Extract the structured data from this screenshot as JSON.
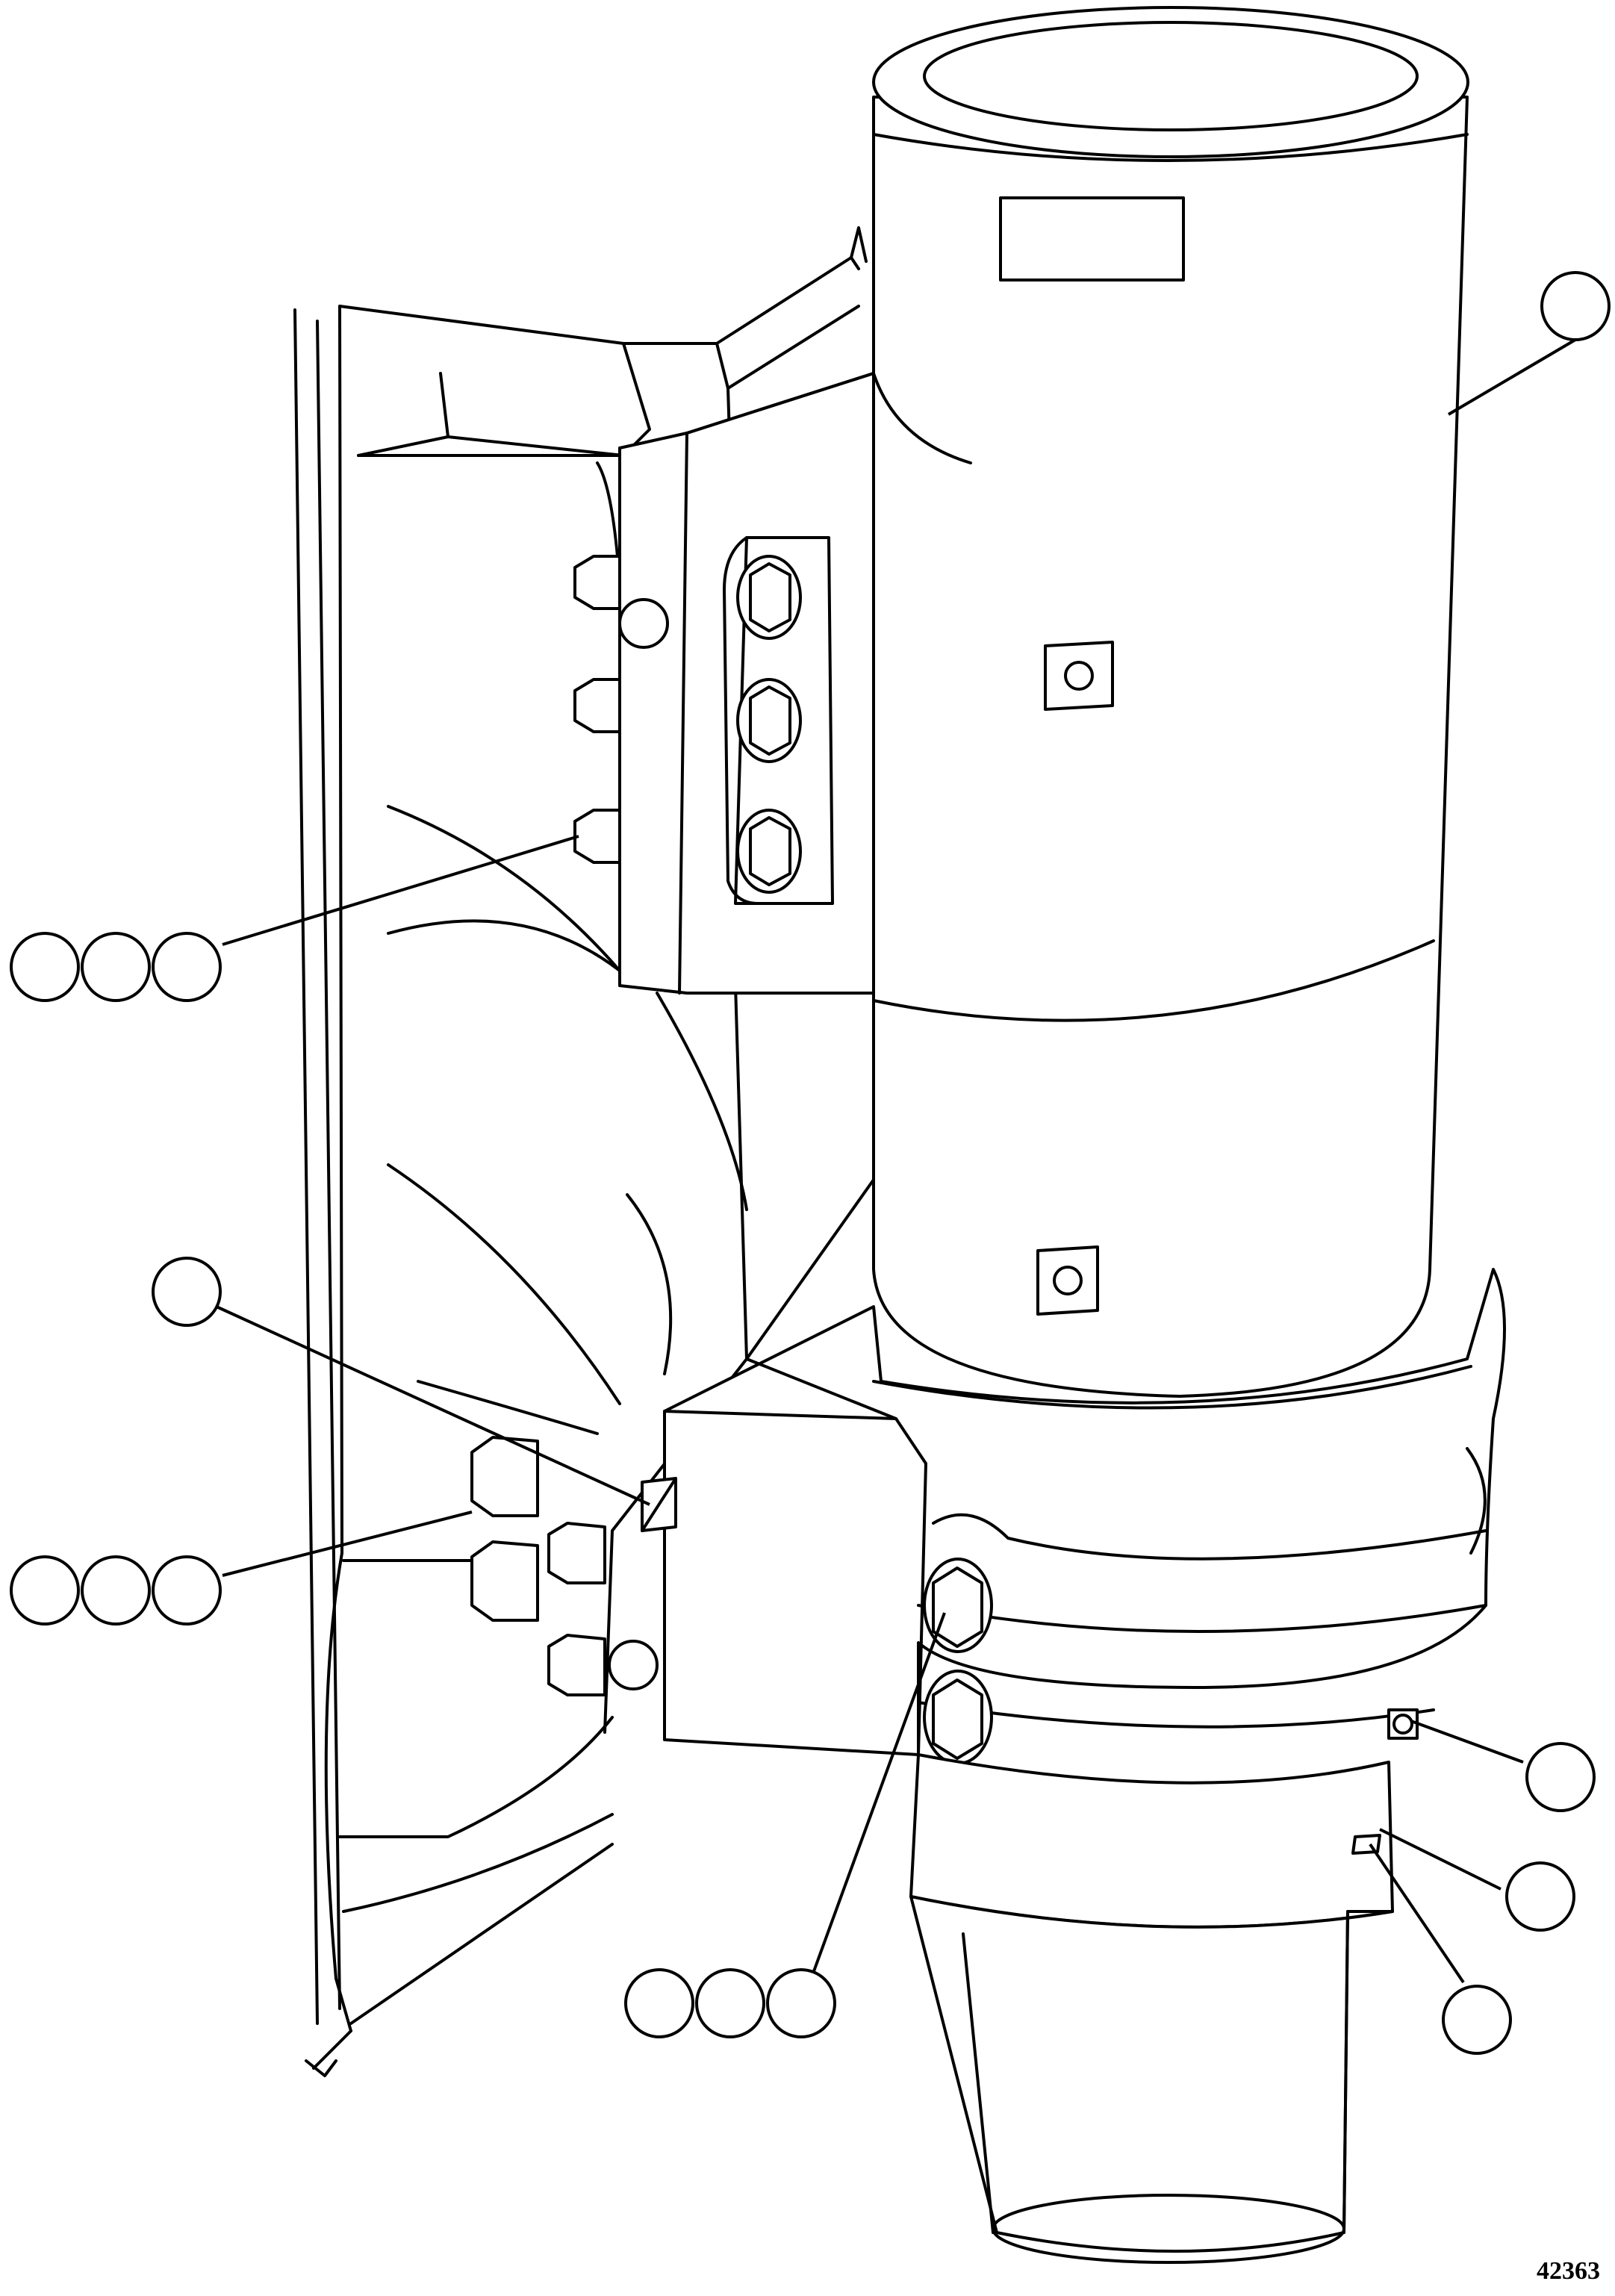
{
  "figure": {
    "number": "42363"
  },
  "callouts": {
    "bubble_groups": [
      {
        "id": "cylinder",
        "count": 1
      },
      {
        "id": "upper-bolts",
        "count": 3
      },
      {
        "id": "square-plug",
        "count": 1
      },
      {
        "id": "lower-left-bolts",
        "count": 3
      },
      {
        "id": "right-screw",
        "count": 1
      },
      {
        "id": "right-edge",
        "count": 1
      },
      {
        "id": "bottom-right",
        "count": 1
      },
      {
        "id": "lower-center-bolts",
        "count": 3
      }
    ]
  },
  "colors": {
    "line": "#000000",
    "background": "#ffffff"
  }
}
